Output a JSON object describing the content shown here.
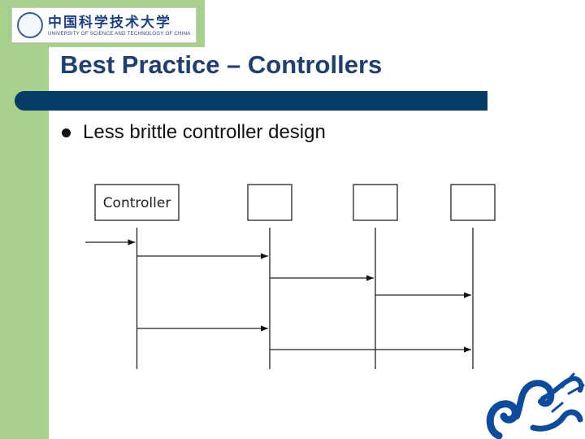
{
  "header": {
    "logo_cn": "中国科学技术大学",
    "logo_en": "UNIVERSITY OF SCIENCE AND TECHNOLOGY OF CHINA"
  },
  "slide": {
    "title": "Best Practice – Controllers",
    "bullets": [
      "Less brittle controller design"
    ]
  },
  "diagram": {
    "participants": [
      {
        "label": "Controller"
      },
      {
        "label": ""
      },
      {
        "label": ""
      },
      {
        "label": ""
      }
    ],
    "messages": [
      {
        "from": "external",
        "to": 0
      },
      {
        "from": 0,
        "to": 1
      },
      {
        "from": 1,
        "to": 2
      },
      {
        "from": 2,
        "to": 3
      },
      {
        "from": 0,
        "to": 1
      },
      {
        "from": 1,
        "to": 3
      }
    ]
  },
  "colors": {
    "side_band": "#a8d08d",
    "title_text": "#1f3f6f",
    "title_bar": "#073c66",
    "logo_blue": "#1c3f87"
  }
}
